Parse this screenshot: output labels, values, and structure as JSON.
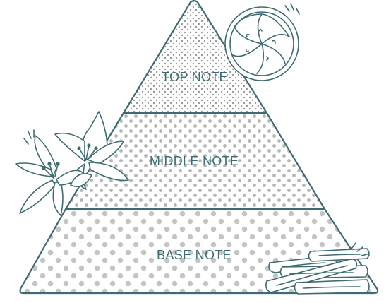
{
  "diagram": {
    "tiers": {
      "top": {
        "label": "TOP NOTE"
      },
      "middle": {
        "label": "MIDDLE NOTE"
      },
      "base": {
        "label": "BASE NOTE"
      }
    },
    "illustrations": {
      "top": "orange-slice-icon",
      "middle": "lily-flower-icon",
      "base": "wood-sticks-icon"
    }
  },
  "colors": {
    "outline": "#3e6b73",
    "dots_top": "#9a9a9a",
    "dots_middle": "#b5b5b5",
    "dots_base": "#c4c4c4",
    "label_text": "#3e6b73",
    "background": "#ffffff"
  }
}
